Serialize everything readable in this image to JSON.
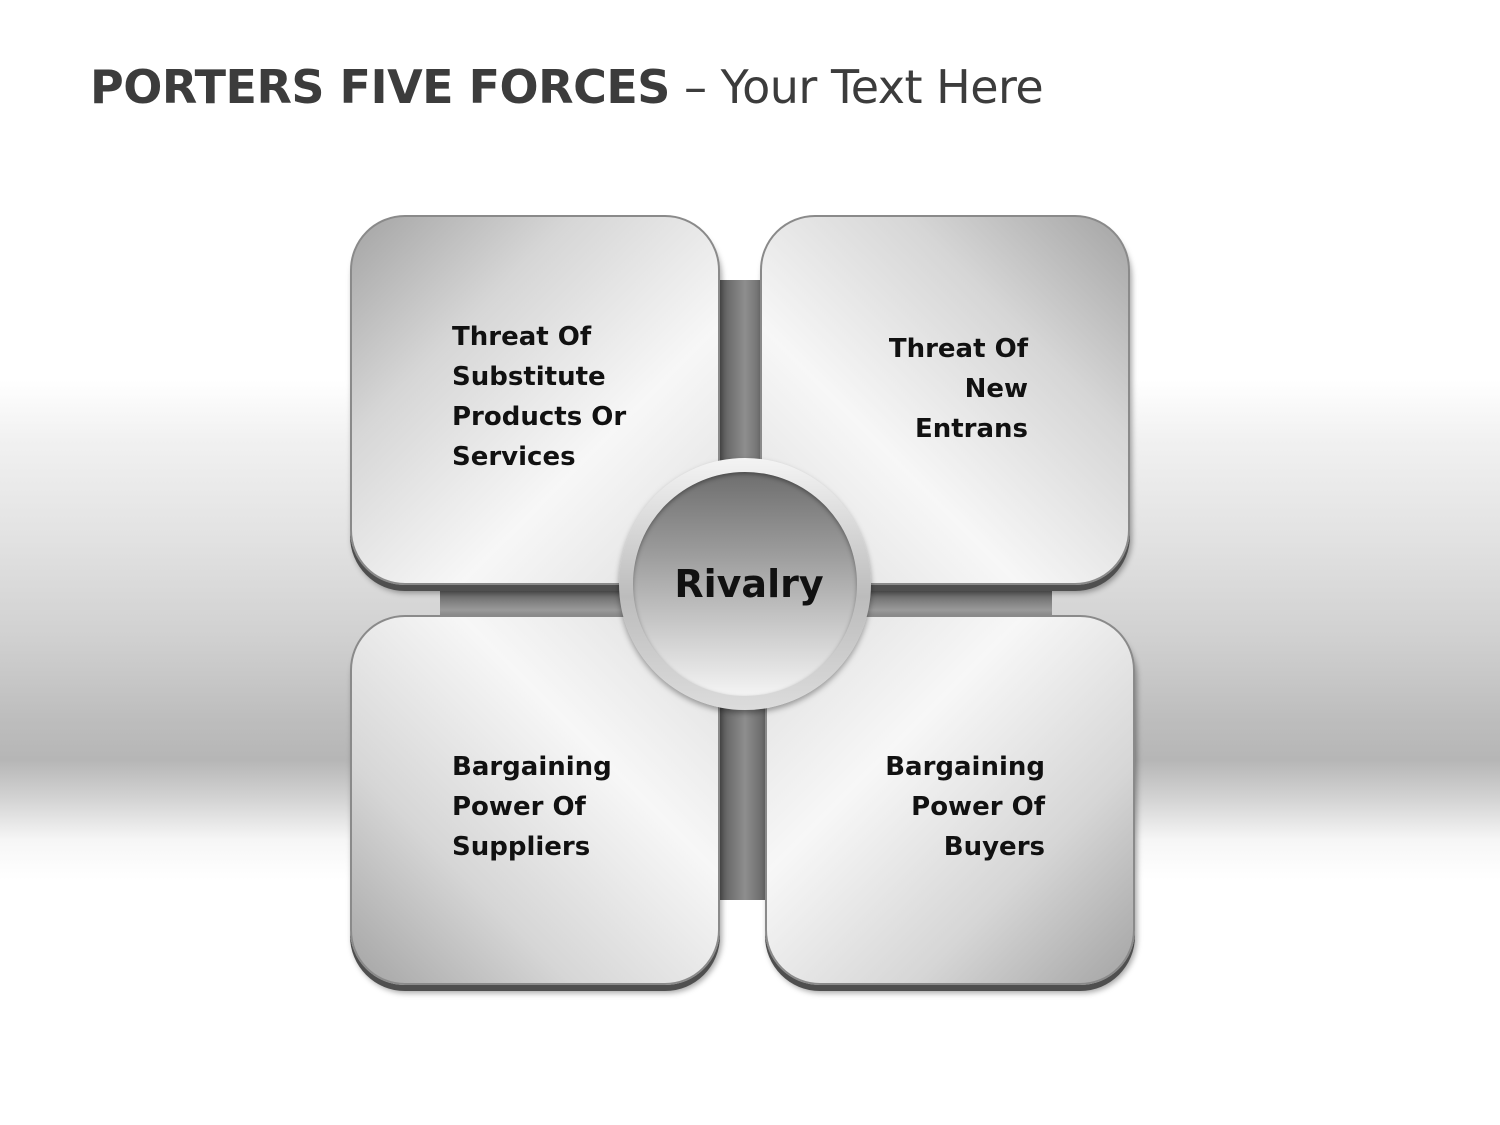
{
  "title": {
    "bold": "PORTERS FIVE FORCES",
    "separator": " – ",
    "light": "Your Text Here"
  },
  "diagram": {
    "center": "Rivalry",
    "forces": {
      "top_left": "Threat Of\nSubstitute\nProducts Or\nServices",
      "top_right": "Threat Of\nNew\nEntrans",
      "bottom_left": "Bargaining\nPower Of\nSuppliers",
      "bottom_right": "Bargaining\nPower Of\nBuyers"
    }
  }
}
